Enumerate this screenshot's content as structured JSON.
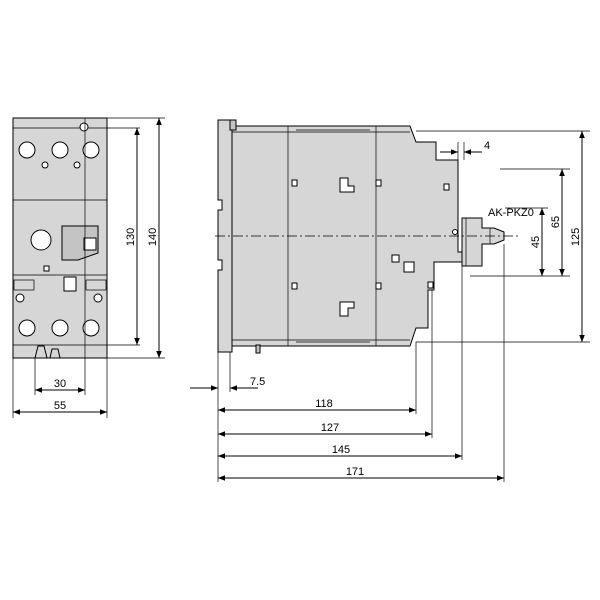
{
  "accessory_label": "AK-PKZ0",
  "front_view": {
    "dimensions": {
      "height_inner": "130",
      "height_outer": "140",
      "mount_offset": "30",
      "width": "55"
    }
  },
  "side_view": {
    "dimensions": {
      "gap": "4",
      "rail_offset": "7.5",
      "shaft_offset": "45",
      "shaft_span": "65",
      "total_height": "125",
      "depth_body": "118",
      "depth_front": "127",
      "depth_knob": "145",
      "depth_total": "171"
    }
  },
  "colors": {
    "housing": "#d6d6d6",
    "lines": "#000000"
  }
}
